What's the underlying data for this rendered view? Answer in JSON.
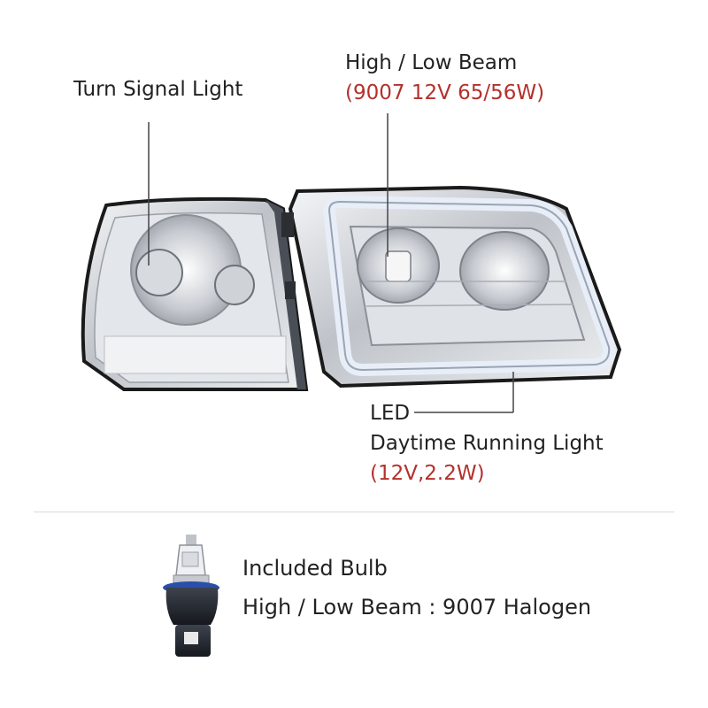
{
  "callouts": {
    "turn_signal": "Turn Signal Light",
    "high_low_title": "High / Low Beam",
    "high_low_spec": "(9007 12V 65/56W)",
    "led_line1": "LED",
    "led_line2": "Daytime Running Light",
    "led_spec": "(12V,2.2W)"
  },
  "bulb_section": {
    "title": "Included Bulb",
    "detail": "High / Low Beam : 9007 Halogen"
  },
  "colors": {
    "spec_red": "#b3312c",
    "drl_glow": "#e8eef8",
    "chrome": "#c9ccd1"
  }
}
